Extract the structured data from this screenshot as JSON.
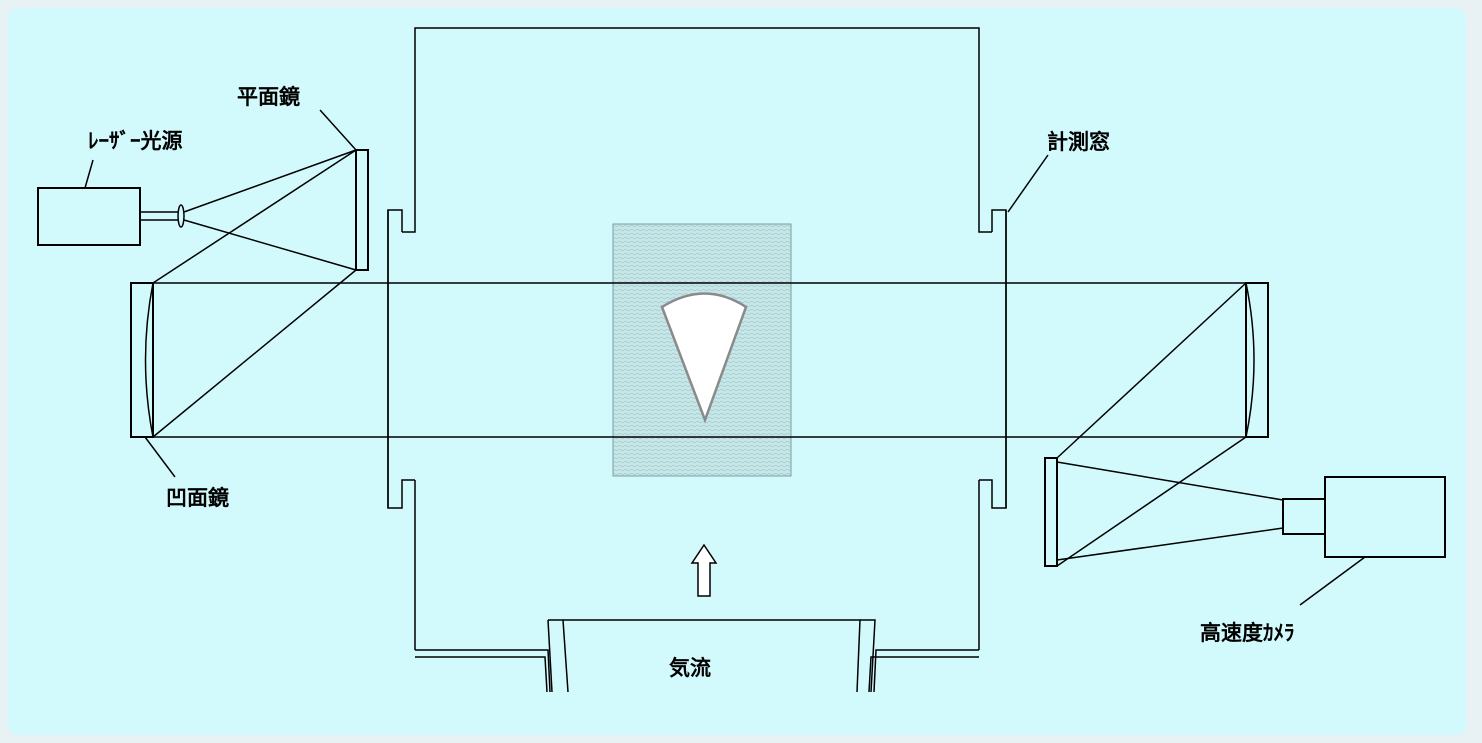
{
  "labels": {
    "laser_source": "ﾚｰｻﾞｰ光源",
    "plane_mirror": "平面鏡",
    "measurement_window": "計測窓",
    "concave_mirror": "凹面鏡",
    "high_speed_camera": "高速度ｶﾒﾗ",
    "airflow": "気流"
  },
  "colors": {
    "background": "#d2fafd",
    "frame": "#e8f1f3",
    "test_section": "#b6d9dc",
    "model": "#ffffff",
    "model_outline": "#8a8a8a",
    "line": "#000000"
  },
  "icons": {
    "airflow_arrow": "up-arrow-icon"
  }
}
